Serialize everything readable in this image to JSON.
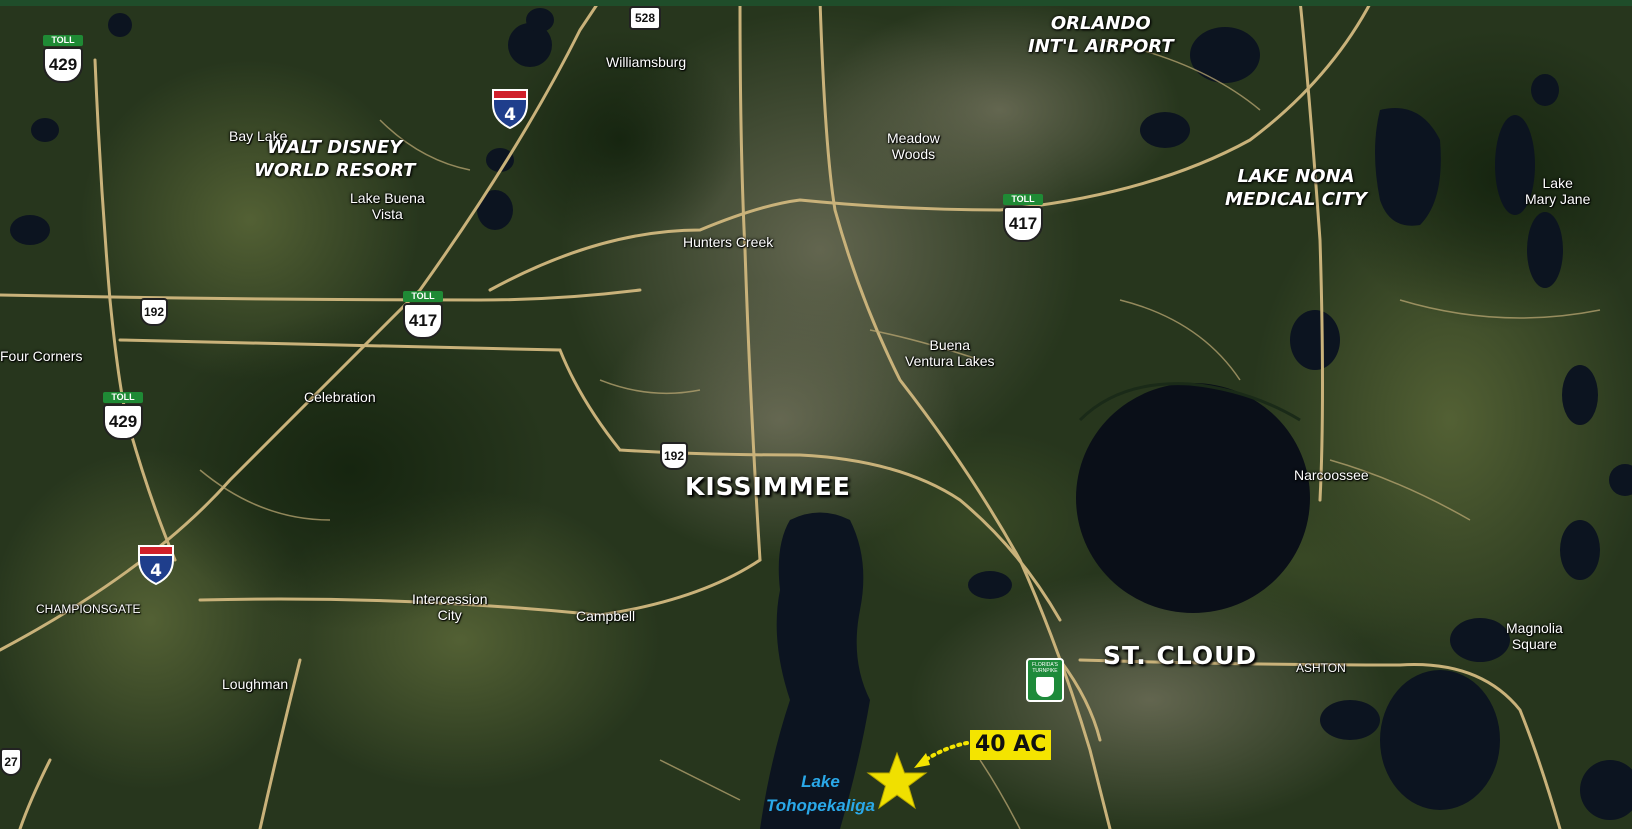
{
  "map": {
    "places": {
      "williamsburg": "Williamsburg",
      "bay_lake": "Bay Lake",
      "lake_buena_vista": "Lake Buena\nVista",
      "meadow_woods": "Meadow\nWoods",
      "hunters_creek": "Hunters Creek",
      "lake_mary_jane": "Lake\nMary Jane",
      "four_corners": "Four Corners",
      "celebration": "Celebration",
      "buena_ventura_lakes": "Buena\nVentura Lakes",
      "narcoossee": "Narcoossee",
      "championsgate": "CHAMPIONSGATE",
      "intercession_city": "Intercession\nCity",
      "campbell": "Campbell",
      "magnolia_square": "Magnolia\nSquare",
      "ashton": "ASHTON",
      "loughman": "Loughman"
    },
    "cities": {
      "kissimmee": "KISSIMMEE",
      "st_cloud": "ST. CLOUD"
    },
    "features": {
      "airport": "ORLANDO\nINT'L AIRPORT",
      "disney": "WALT DISNEY\nWORLD RESORT",
      "lake_nona": "LAKE NONA\nMEDICAL CITY"
    },
    "water": {
      "lake_toho": "Lake\nTohopekaliga"
    },
    "shields": {
      "toll_label": "TOLL",
      "sr429": "429",
      "sr417": "417",
      "i4": "4",
      "sr528": "528",
      "us192": "192",
      "us27": "27"
    },
    "turnpike_sign_text": "FLORIDA'S TURNPIKE",
    "subject": {
      "label": "40 AC",
      "icon": "star-icon"
    },
    "colors": {
      "road": "#c9b27a",
      "water_dark": "#0a0f18",
      "subject_yellow": "#f4e400",
      "lake_label": "#2aa8e8",
      "header_bar": "#1f4d2a"
    }
  }
}
